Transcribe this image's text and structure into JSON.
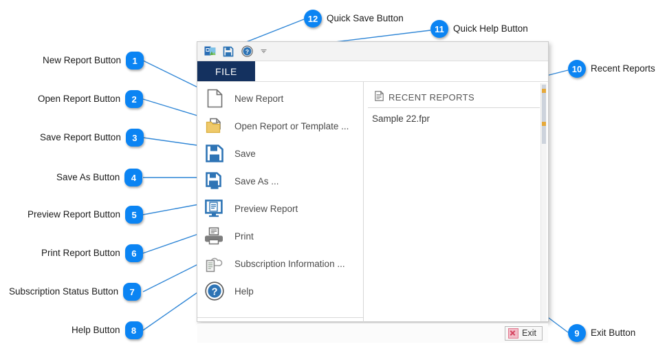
{
  "window": {
    "quick_access": {
      "app_icon": "app-logo-icon",
      "save_icon": "floppy-save-icon",
      "help_icon": "question-circle-icon",
      "dropdown_icon": "chevron-down-icon"
    },
    "tabs": [
      {
        "label": "FILE",
        "active": true
      }
    ],
    "menu_items": [
      {
        "label": "New Report",
        "icon": "new-document-icon"
      },
      {
        "label": "Open Report or Template ...",
        "icon": "open-folder-icon"
      },
      {
        "label": "Save",
        "icon": "floppy-save-icon"
      },
      {
        "label": "Save As ...",
        "icon": "floppy-save-as-icon"
      },
      {
        "label": "Preview Report",
        "icon": "monitor-preview-icon"
      },
      {
        "label": "Print",
        "icon": "printer-icon"
      },
      {
        "label": "Subscription Information ...",
        "icon": "cloud-document-icon"
      },
      {
        "label": "Help",
        "icon": "question-circle-icon"
      }
    ],
    "recent": {
      "header": "RECENT REPORTS",
      "header_icon": "document-lines-icon",
      "items": [
        "Sample 22.fpr"
      ]
    },
    "footer": {
      "exit_label": "Exit",
      "exit_icon": "close-x-icon"
    }
  },
  "callouts": [
    {
      "number": "1",
      "label": "New Report Button"
    },
    {
      "number": "2",
      "label": "Open Report Button"
    },
    {
      "number": "3",
      "label": "Save Report Button"
    },
    {
      "number": "4",
      "label": "Save As Button"
    },
    {
      "number": "5",
      "label": "Preview Report Button"
    },
    {
      "number": "6",
      "label": "Print Report Button"
    },
    {
      "number": "7",
      "label": "Subscription Status Button"
    },
    {
      "number": "8",
      "label": "Help Button"
    },
    {
      "number": "9",
      "label": "Exit Button"
    },
    {
      "number": "10",
      "label": "Recent Reports"
    },
    {
      "number": "11",
      "label": "Quick Help Button"
    },
    {
      "number": "12",
      "label": "Quick Save Button"
    }
  ],
  "colors": {
    "badge": "#0b84f3",
    "leader_line": "#2f86d6",
    "file_tab": "#14315f",
    "menu_text": "#4a4a4a",
    "exit_x": "#d4435f"
  }
}
